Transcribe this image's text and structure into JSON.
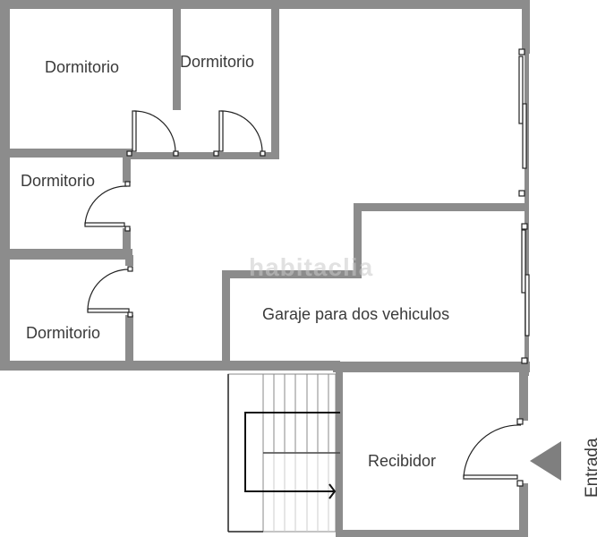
{
  "floor_plan": {
    "colors": {
      "wall": "#8c8c8c",
      "door_line": "#222222",
      "text": "#3a3a3a",
      "background": "#ffffff",
      "watermark": "#d0d0d0"
    },
    "rooms": [
      {
        "id": "dormitorio-1",
        "label": "Dormitorio"
      },
      {
        "id": "dormitorio-2",
        "label": "Dormitorio"
      },
      {
        "id": "dormitorio-3",
        "label": "Dormitorio"
      },
      {
        "id": "dormitorio-4",
        "label": "Dormitorio"
      },
      {
        "id": "garaje",
        "label": "Garaje para dos vehiculos"
      },
      {
        "id": "recibidor",
        "label": "Recibidor"
      }
    ],
    "entrance": {
      "label": "Entrada",
      "icon": "triangle-arrow-icon"
    },
    "watermark": "habitaclia",
    "stairs": {
      "icon": "stair-direction-arrow-icon"
    }
  }
}
